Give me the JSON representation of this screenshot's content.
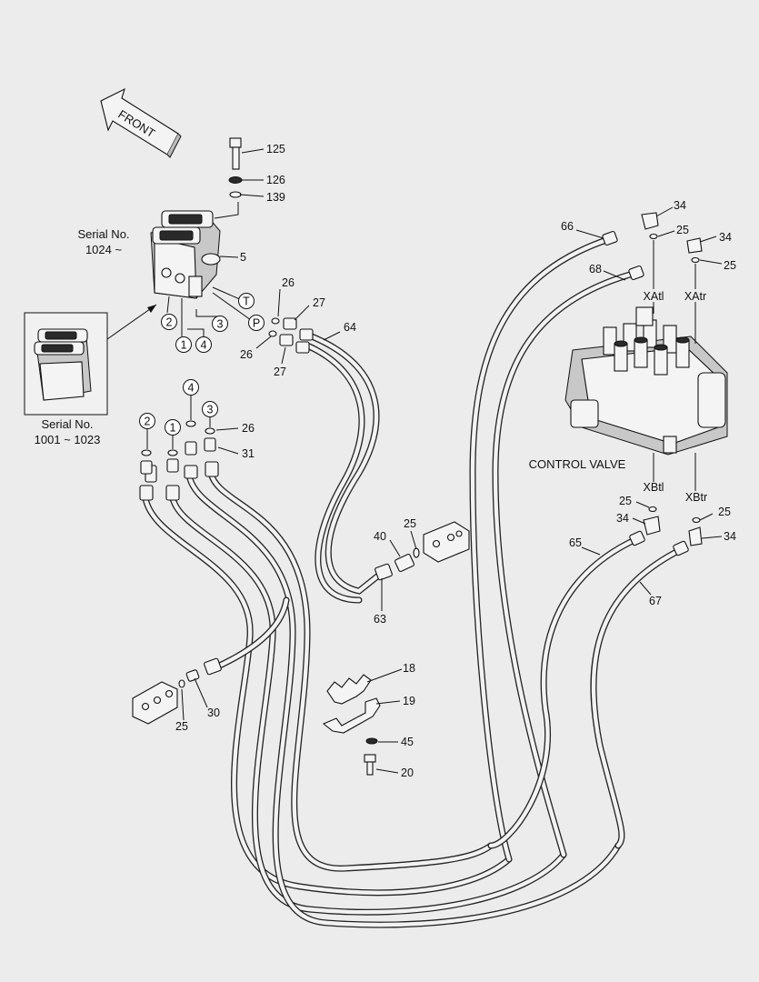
{
  "front_arrow": {
    "label": "FRONT"
  },
  "serial_top": {
    "line1": "Serial No.",
    "line2": "1024 ~"
  },
  "serial_bottom": {
    "line1": "Serial No.",
    "line2": "1001 ~ 1023"
  },
  "control_valve": {
    "label": "CONTROL VALVE"
  },
  "ports": {
    "xatl": "XAtl",
    "xatr": "XAtr",
    "xbtl": "XBtl",
    "xbtr": "XBtr",
    "t": "T",
    "p": "P"
  },
  "circles": {
    "c1": "1",
    "c2": "2",
    "c3": "3",
    "c4": "4"
  },
  "parts": {
    "p125": "125",
    "p126": "126",
    "p139": "139",
    "p5": "5",
    "p26a": "26",
    "p27a": "27",
    "p26b": "26",
    "p27b": "27",
    "p64": "64",
    "p66": "66",
    "p68": "68",
    "p34a": "34",
    "p25a": "25",
    "p34b": "34",
    "p25b": "25",
    "p26c": "26",
    "p31": "31",
    "p40": "40",
    "p25c": "25",
    "p63": "63",
    "p25d": "25",
    "p34c": "34",
    "p65": "65",
    "p25e": "25",
    "p34d": "34",
    "p67": "67",
    "p18": "18",
    "p19": "19",
    "p45": "45",
    "p20": "20",
    "p30": "30",
    "p25f": "25"
  }
}
